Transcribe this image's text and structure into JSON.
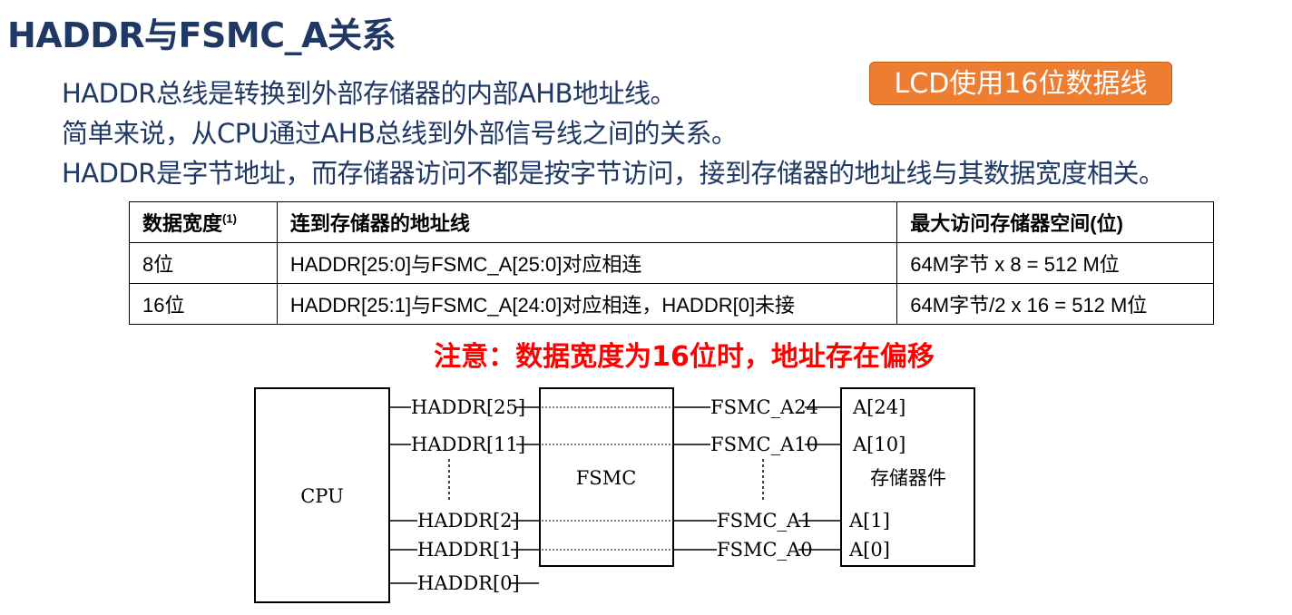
{
  "title": "HADDR与FSMC_A关系",
  "paragraphs": [
    "HADDR总线是转换到外部存储器的内部AHB地址线。",
    "简单来说，从CPU通过AHB总线到外部信号线之间的关系。",
    "HADDR是字节地址，而存储器访问不都是按字节访问，接到存储器的地址线与其数据宽度相关。"
  ],
  "badge": "LCD使用16位数据线",
  "table": {
    "headers": [
      "数据宽度",
      "连到存储器的地址线",
      "最大访问存储器空间(位)"
    ],
    "header_sup": "(1)",
    "rows": [
      [
        "8位",
        "HADDR[25:0]与FSMC_A[25:0]对应相连",
        "64M字节 x 8 = 512 M位"
      ],
      [
        "16位",
        "HADDR[25:1]与FSMC_A[24:0]对应相连，HADDR[0]未接",
        "64M字节/2 x 16 = 512 M位"
      ]
    ]
  },
  "note": "注意：数据宽度为16位时，地址存在偏移",
  "diagram": {
    "cpu": "CPU",
    "fsmc": "FSMC",
    "memory": "存储器件",
    "haddr": [
      "HADDR[25]",
      "HADDR[11]",
      "HADDR[2]",
      "HADDR[1]",
      "HADDR[0]"
    ],
    "fsmc_a": [
      "FSMC_A24",
      "FSMC_A10",
      "FSMC_A1",
      "FSMC_A0"
    ],
    "mem_a": [
      "A[24]",
      "A[10]",
      "A[1]",
      "A[0]"
    ]
  }
}
